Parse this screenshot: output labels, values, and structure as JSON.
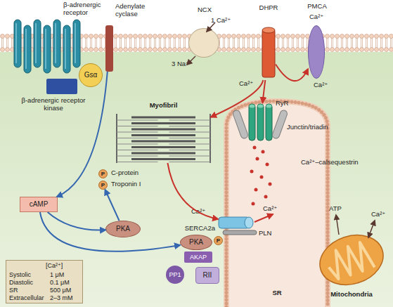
{
  "diagram": {
    "nodes": [
      {
        "text": [
          "β-adrenergic receptor"
        ]
      },
      {
        "text": [
          "β-adrenergic receptor kinase"
        ]
      },
      {
        "text": [
          "Adenylate cyclase"
        ]
      },
      {
        "text": [
          "Gsα"
        ]
      },
      {
        "text": [
          "NCX"
        ]
      },
      {
        "text": [
          "DHPR"
        ]
      },
      {
        "text": [
          "PMCA"
        ]
      },
      {
        "text": [
          "Myofibril"
        ]
      },
      {
        "text": [
          "P"
        ]
      },
      {
        "text": [
          "P"
        ]
      },
      {
        "text": [
          "cAMP"
        ]
      },
      {
        "text": [
          "PKA"
        ]
      },
      {
        "text": [
          "SR"
        ]
      },
      {
        "text": [
          "RyR"
        ],
        "in": 12
      },
      {
        "text": [
          "SERCA2a"
        ]
      },
      {
        "text": [
          "P"
        ]
      },
      {
        "text": [
          "PKA"
        ]
      },
      {
        "text": [
          "AKAP"
        ]
      },
      {
        "text": [
          "PP1"
        ]
      },
      {
        "text": [
          "RII"
        ]
      },
      {
        "text": [
          "Mitochondria"
        ]
      },
      {
        "text": [
          "[Ca²⁺]",
          "Systolic",
          "1 μM",
          "Diastolic",
          "0.1 μM",
          "SR",
          "500 μM",
          "Extracellular",
          "2–3 mM"
        ]
      }
    ],
    "edges": [
      {
        "from": 2,
        "to": 10,
        "arrow": "to"
      },
      {
        "from": 10,
        "to": 11,
        "arrow": "to"
      },
      {
        "from": 11,
        "to": 9,
        "arrow": "to"
      },
      {
        "from": 10,
        "to": 16,
        "arrow": "to"
      },
      {
        "from": 5,
        "to": 13,
        "arrow": "to"
      },
      {
        "from": 5,
        "to": 7,
        "arrow": "to"
      },
      {
        "from": 5,
        "to": 6,
        "arrow": "to"
      },
      {
        "from": 7,
        "to": 14,
        "arrow": "to"
      }
    ],
    "labels": [
      "C-protein",
      "Troponin I",
      "1 Ca²⁺",
      "3 Na⁺",
      "Ca²⁺",
      "Ca²⁺",
      "Ca²⁺",
      "Ca²⁺",
      "Ca²⁺",
      "PLN",
      "Junctin/triadin",
      "Ca²⁺–calsequestrin",
      "ATP",
      "Ca²⁺"
    ]
  }
}
